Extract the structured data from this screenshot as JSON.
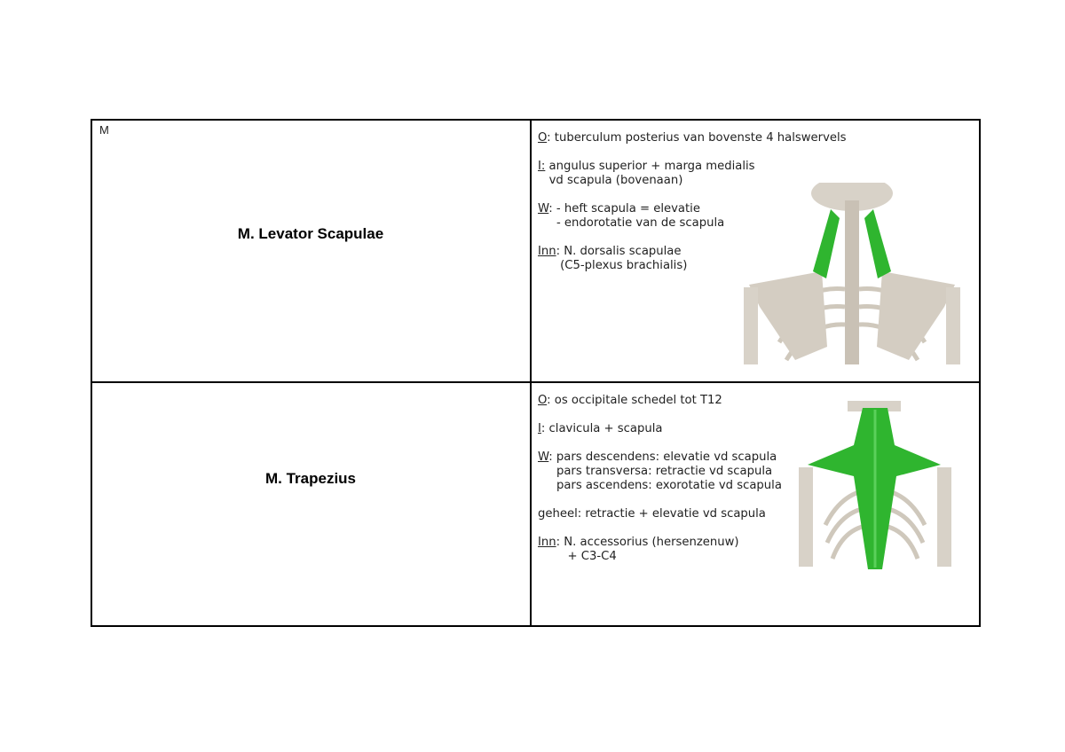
{
  "corner_label": "M",
  "rows": [
    {
      "muscle": "M. Levator Scapulae",
      "O_key": "O",
      "O_text": ": tuberculum posterius van bovenste 4 halswervels",
      "I_key": "I:",
      "I_text": [
        " angulus superior + marga medialis",
        "   vd scapula (bovenaan)"
      ],
      "W_key": "W",
      "W_text": [
        ": - heft scapula = elevatie",
        "     - endorotatie van de scapula"
      ],
      "Inn_key": "Inn",
      "Inn_text": [
        ": N. dorsalis scapulae",
        "      (C5-plexus brachialis)"
      ]
    },
    {
      "muscle": "M. Trapezius",
      "O_key": "O",
      "O_text": ": os occipitale schedel tot T12",
      "I_key": "I",
      "I_text": ": clavicula + scapula",
      "W_key": "W",
      "W_text": [
        ": pars descendens: elevatie vd scapula",
        "     pars transversa: retractie vd scapula",
        "     pars ascendens: exorotatie vd scapula"
      ],
      "geheel": "geheel: retractie + elevatie vd scapula",
      "Inn_key": "Inn",
      "Inn_text": [
        ": N. accessorius (hersenzenuw)",
        "        + C3-C4"
      ]
    }
  ],
  "colors": {
    "muscle_green": "#2fb52f",
    "bone": "#d8d2c8"
  }
}
